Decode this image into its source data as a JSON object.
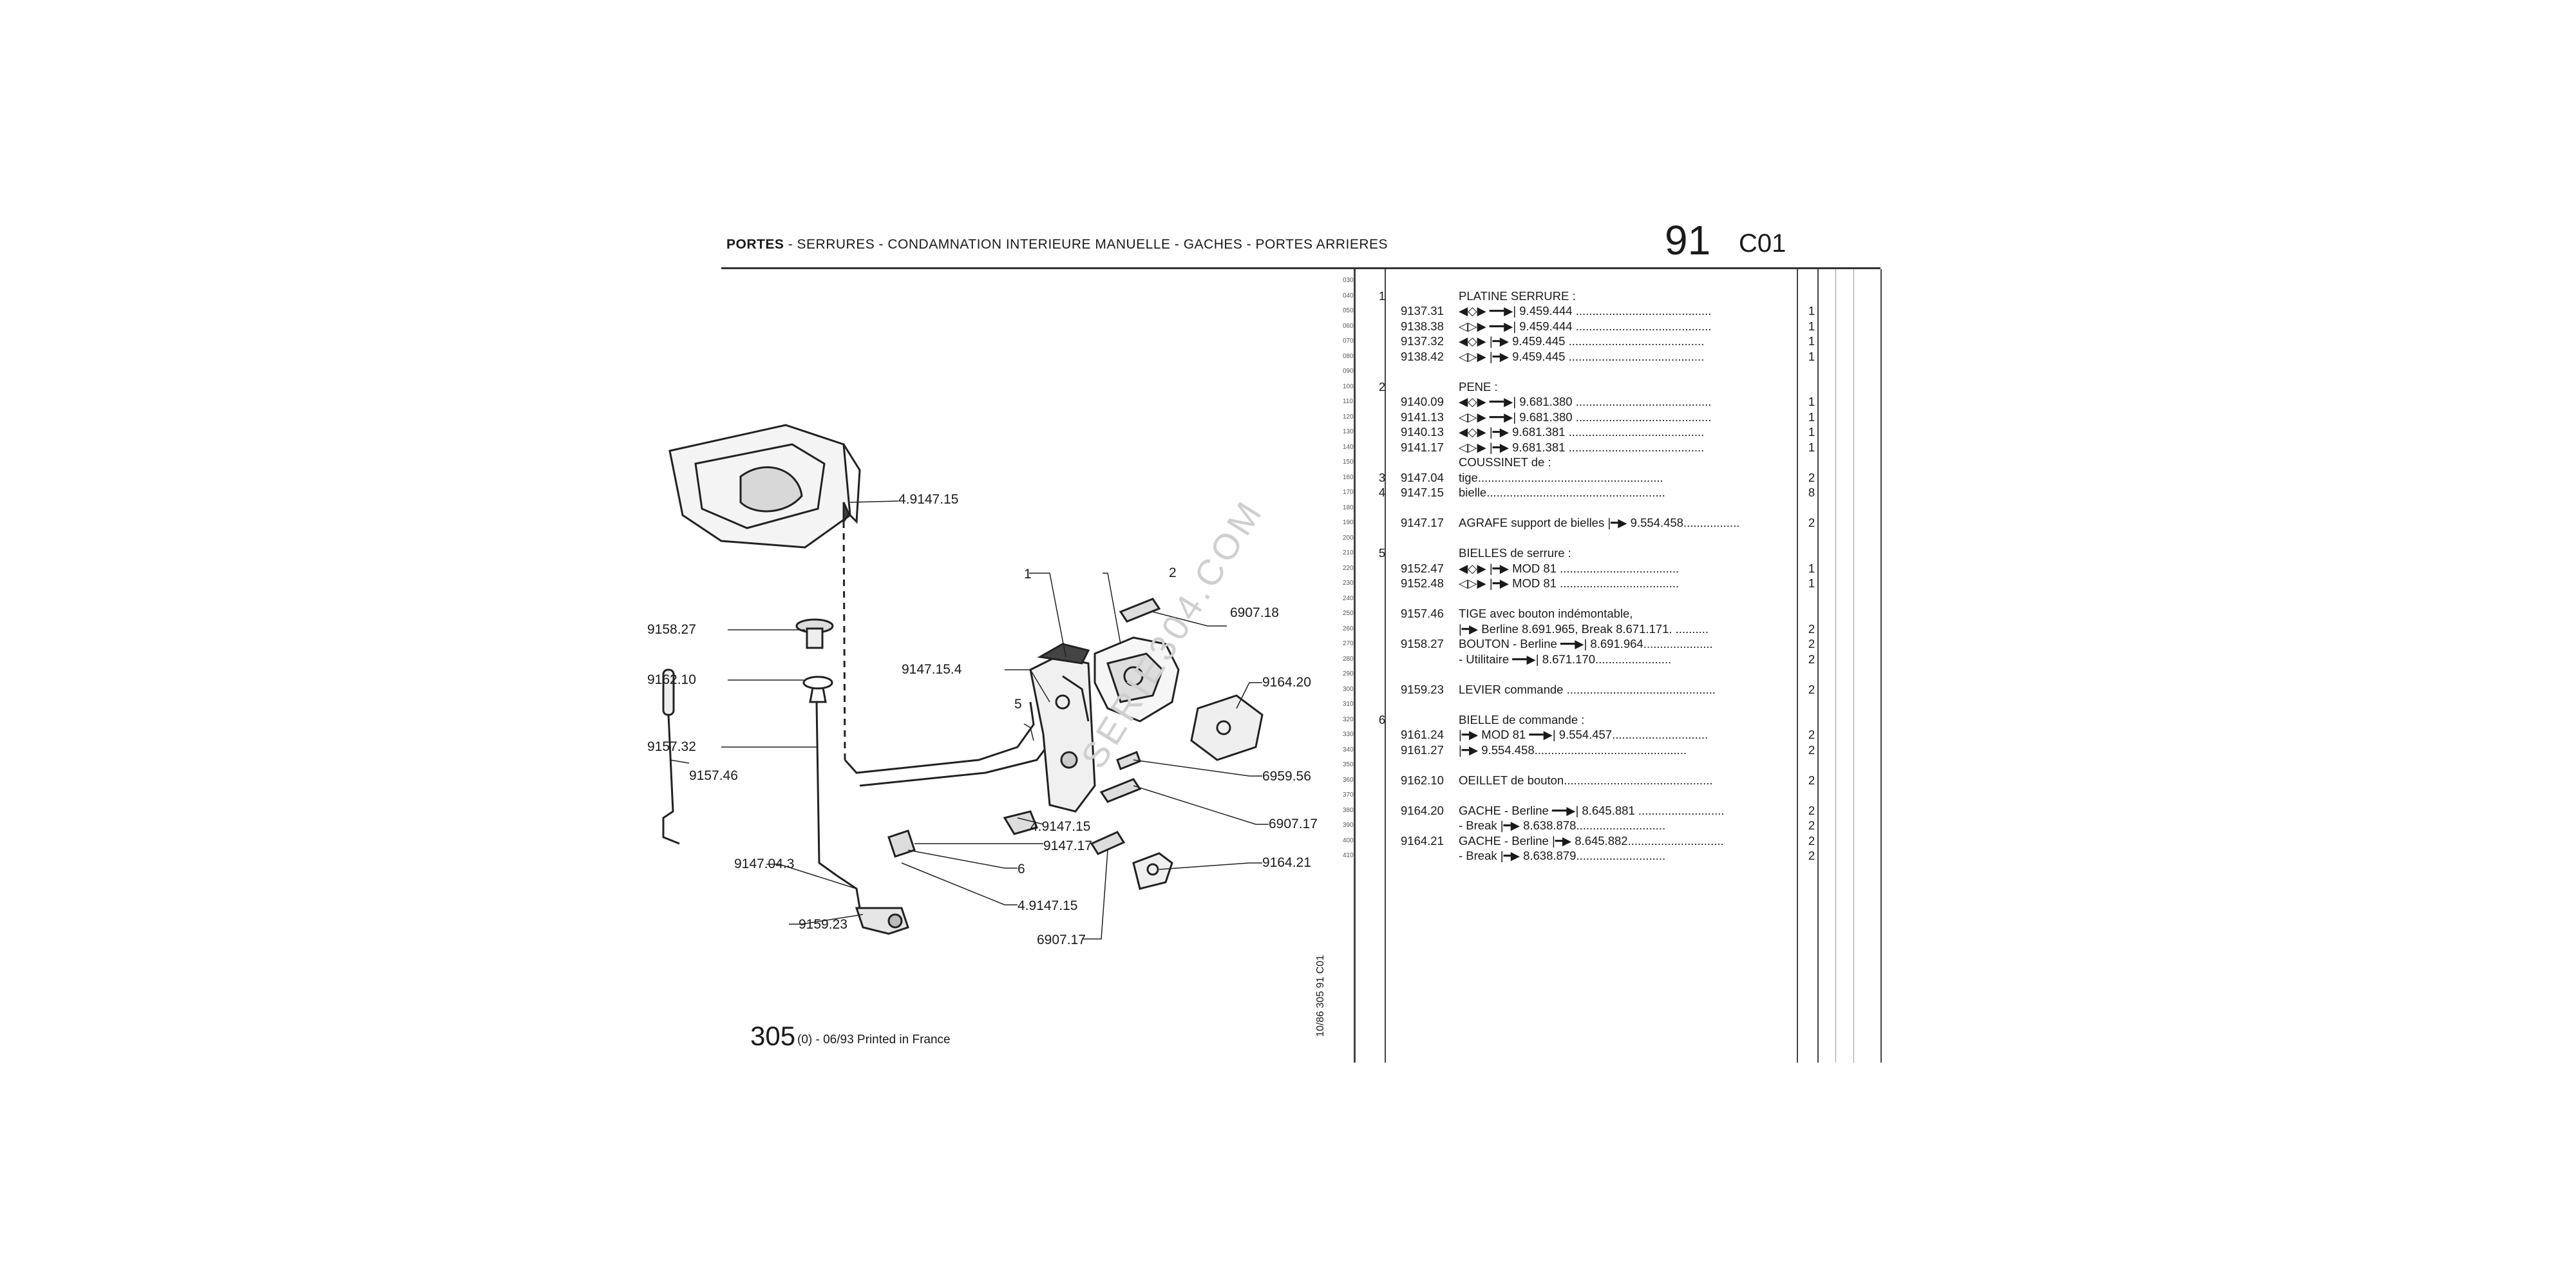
{
  "header": {
    "title_bold": "PORTES",
    "title_rest": " - SERRURES - CONDAMNATION INTERIEURE MANUELLE - GACHES - PORTES ARRIERES",
    "group_number": "91",
    "section_code": "C01"
  },
  "watermark": "SERIE304.COM",
  "footer": {
    "model": "305",
    "text": "(0) - 06/93 Printed in France"
  },
  "side_code": "10/86   305   91   C01",
  "callouts": [
    "4.9147.15",
    "1",
    "2",
    "6907.18",
    "9158.27",
    "9147.15.4",
    "5",
    "9164.20",
    "9162.10",
    "9157.32",
    "9157.46",
    "6959.56",
    "6907.17",
    "4.9147.15",
    "9164.21",
    "9147.17",
    "9147.04.3",
    "6",
    "4.9147.15",
    "9159.23",
    "6907.17"
  ],
  "rows": [
    {
      "line": "030",
      "item": "",
      "ref": "",
      "desc": "",
      "qty": ""
    },
    {
      "line": "040",
      "item": "1",
      "ref": "",
      "desc": "PLATINE SERRURE :",
      "qty": ""
    },
    {
      "line": "050",
      "item": "",
      "ref": "9137.31",
      "desc": "◀◇▶  ━━▶| 9.459.444 .........................................",
      "qty": "1"
    },
    {
      "line": "060",
      "item": "",
      "ref": "9138.38",
      "desc": "◁▷▶  ━━▶| 9.459.444 .........................................",
      "qty": "1"
    },
    {
      "line": "070",
      "item": "",
      "ref": "9137.32",
      "desc": "◀◇▶ |━▶ 9.459.445 .........................................",
      "qty": "1"
    },
    {
      "line": "080",
      "item": "",
      "ref": "9138.42",
      "desc": "◁▷▶ |━▶ 9.459.445 .........................................",
      "qty": "1"
    },
    {
      "line": "090",
      "item": "",
      "ref": "",
      "desc": "",
      "qty": ""
    },
    {
      "line": "100",
      "item": "2",
      "ref": "",
      "desc": "PENE :",
      "qty": ""
    },
    {
      "line": "110",
      "item": "",
      "ref": "9140.09",
      "desc": "◀◇▶  ━━▶| 9.681.380 .........................................",
      "qty": "1"
    },
    {
      "line": "120",
      "item": "",
      "ref": "9141.13",
      "desc": "◁▷▶  ━━▶| 9.681.380 .........................................",
      "qty": "1"
    },
    {
      "line": "130",
      "item": "",
      "ref": "9140.13",
      "desc": "◀◇▶ |━▶ 9.681.381 .........................................",
      "qty": "1"
    },
    {
      "line": "140",
      "item": "",
      "ref": "9141.17",
      "desc": "◁▷▶ |━▶ 9.681.381 .........................................",
      "qty": "1"
    },
    {
      "line": "150",
      "item": "",
      "ref": "",
      "desc": "COUSSINET de :",
      "qty": ""
    },
    {
      "line": "160",
      "item": "3",
      "ref": "9147.04",
      "desc": "tige........................................................",
      "qty": "2"
    },
    {
      "line": "170",
      "item": "4",
      "ref": "9147.15",
      "desc": "bielle......................................................",
      "qty": "8"
    },
    {
      "line": "180",
      "item": "",
      "ref": "",
      "desc": "",
      "qty": ""
    },
    {
      "line": "190",
      "item": "",
      "ref": "9147.17",
      "desc": "AGRAFE support de bielles |━▶  9.554.458.................",
      "qty": "2"
    },
    {
      "line": "200",
      "item": "",
      "ref": "",
      "desc": "",
      "qty": ""
    },
    {
      "line": "210",
      "item": "5",
      "ref": "",
      "desc": "BIELLES de serrure :",
      "qty": ""
    },
    {
      "line": "220",
      "item": "",
      "ref": "9152.47",
      "desc": "◀◇▶ |━▶  MOD 81 ....................................",
      "qty": "1"
    },
    {
      "line": "230",
      "item": "",
      "ref": "9152.48",
      "desc": "◁▷▶ |━▶  MOD 81 ....................................",
      "qty": "1"
    },
    {
      "line": "240",
      "item": "",
      "ref": "",
      "desc": "",
      "qty": ""
    },
    {
      "line": "250",
      "item": "",
      "ref": "9157.46",
      "desc": "TIGE avec bouton indémontable,",
      "qty": ""
    },
    {
      "line": "260",
      "item": "",
      "ref": "",
      "desc": "   |━▶ Berline 8.691.965, Break 8.671.171. ..........",
      "qty": "2"
    },
    {
      "line": "270",
      "item": "",
      "ref": "9158.27",
      "desc": "BOUTON - Berline     ━━▶| 8.691.964.....................",
      "qty": "2"
    },
    {
      "line": "280",
      "item": "",
      "ref": "",
      "desc": "           - Utilitaire  ━━▶| 8.671.170.......................",
      "qty": "2"
    },
    {
      "line": "290",
      "item": "",
      "ref": "",
      "desc": "",
      "qty": ""
    },
    {
      "line": "300",
      "item": "",
      "ref": "9159.23",
      "desc": "LEVIER commande .............................................",
      "qty": "2"
    },
    {
      "line": "310",
      "item": "",
      "ref": "",
      "desc": "",
      "qty": ""
    },
    {
      "line": "320",
      "item": "6",
      "ref": "",
      "desc": "BIELLE de commande :",
      "qty": ""
    },
    {
      "line": "330",
      "item": "",
      "ref": "9161.24",
      "desc": "|━▶  MOD 81  ━━▶| 9.554.457.............................",
      "qty": "2"
    },
    {
      "line": "340",
      "item": "",
      "ref": "9161.27",
      "desc": "|━▶  9.554.458..............................................",
      "qty": "2"
    },
    {
      "line": "350",
      "item": "",
      "ref": "",
      "desc": "",
      "qty": ""
    },
    {
      "line": "360",
      "item": "",
      "ref": "9162.10",
      "desc": "OEILLET de bouton.............................................",
      "qty": "2"
    },
    {
      "line": "370",
      "item": "",
      "ref": "",
      "desc": "",
      "qty": ""
    },
    {
      "line": "380",
      "item": "",
      "ref": "9164.20",
      "desc": "GACHE - Berline  ━━▶| 8.645.881 ..........................",
      "qty": "2"
    },
    {
      "line": "390",
      "item": "",
      "ref": "",
      "desc": "         - Break     |━▶  8.638.878...........................",
      "qty": "2"
    },
    {
      "line": "400",
      "item": "",
      "ref": "9164.21",
      "desc": "GACHE - Berline |━▶  8.645.882.............................",
      "qty": "2"
    },
    {
      "line": "410",
      "item": "",
      "ref": "",
      "desc": "         - Break     |━▶  8.638.879...........................",
      "qty": "2"
    }
  ]
}
